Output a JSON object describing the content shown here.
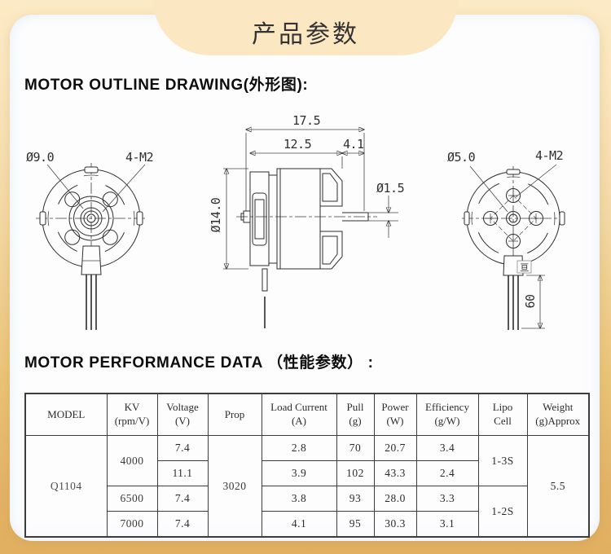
{
  "banner": {
    "title": "产品参数"
  },
  "outline_section": {
    "heading": "MOTOR OUTLINE DRAWING(外形图):"
  },
  "performance_section": {
    "heading": "MOTOR PERFORMANCE DATA （性能参数） :"
  },
  "drawings": {
    "front_view": {
      "diameter": "Ø9.0",
      "screws": "4-M2"
    },
    "side_view": {
      "total_length": "17.5",
      "body_length": "12.5",
      "shaft_length": "4.1",
      "body_diameter": "Ø14.0",
      "shaft_diameter": "Ø1.5"
    },
    "back_view": {
      "diameter": "Ø5.0",
      "screws": "4-M2",
      "wire_length": "60",
      "wire_symbol": "亘"
    }
  },
  "table": {
    "headers": [
      "MODEL",
      "KV\n(rpm/V)",
      "Voltage\n(V)",
      "Prop",
      "Load Current\n(A)",
      "Pull\n(g)",
      "Power\n(W)",
      "Efficiency\n(g/W)",
      "Lipo\nCell",
      "Weight\n(g)Approx"
    ],
    "body": {
      "model": "Q1104",
      "prop": "3020",
      "weight": "5.5",
      "kv_4000": "4000",
      "kv_6500": "6500",
      "kv_7000": "7000",
      "lipo_13s": "1-3S",
      "lipo_12s": "1-2S",
      "rows": [
        {
          "voltage": "7.4",
          "load_current": "2.8",
          "pull": "70",
          "power": "20.7",
          "efficiency": "3.4"
        },
        {
          "voltage": "11.1",
          "load_current": "3.9",
          "pull": "102",
          "power": "43.3",
          "efficiency": "2.4"
        },
        {
          "voltage": "7.4",
          "load_current": "3.8",
          "pull": "93",
          "power": "28.0",
          "efficiency": "3.3"
        },
        {
          "voltage": "7.4",
          "load_current": "4.1",
          "pull": "95",
          "power": "30.3",
          "efficiency": "3.1"
        }
      ]
    }
  }
}
